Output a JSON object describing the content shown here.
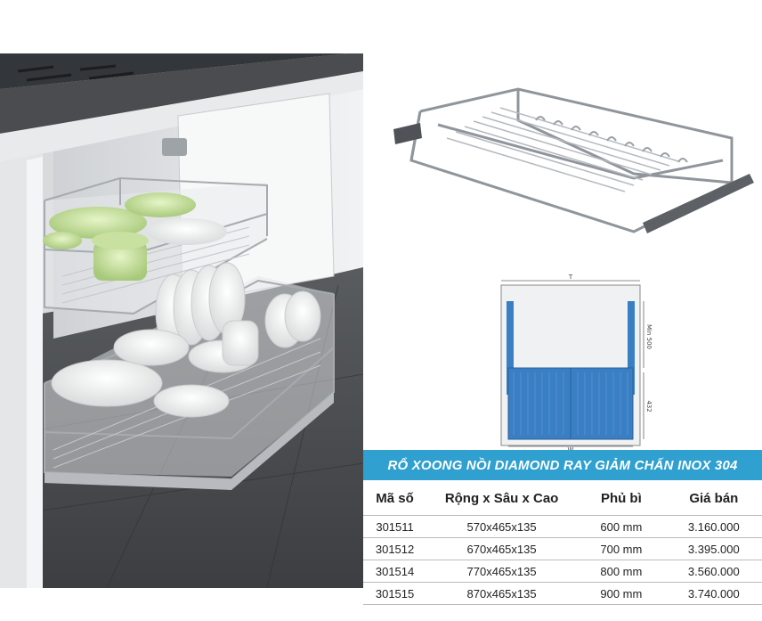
{
  "title": "RỔ XOONG NỒI DIAMOND RAY GIẢM CHẤN INOX 304",
  "diagram": {
    "width_label": "W",
    "top_label": "T",
    "min_depth_label": "Min 500",
    "height_label": "432"
  },
  "table": {
    "headers": [
      "Mã số",
      "Rộng x Sâu x Cao",
      "Phủ bì",
      "Giá bán"
    ],
    "rows": [
      [
        "301511",
        "570x465x135",
        "600 mm",
        "3.160.000"
      ],
      [
        "301512",
        "670x465x135",
        "700 mm",
        "3.395.000"
      ],
      [
        "301514",
        "770x465x135",
        "800 mm",
        "3.560.000"
      ],
      [
        "301515",
        "870x465x135",
        "900 mm",
        "3.740.000"
      ]
    ]
  },
  "colors": {
    "title_bar": "#2fa0cf",
    "basket_blue": "#3a7fc4",
    "steel": "#b9bdc2"
  }
}
